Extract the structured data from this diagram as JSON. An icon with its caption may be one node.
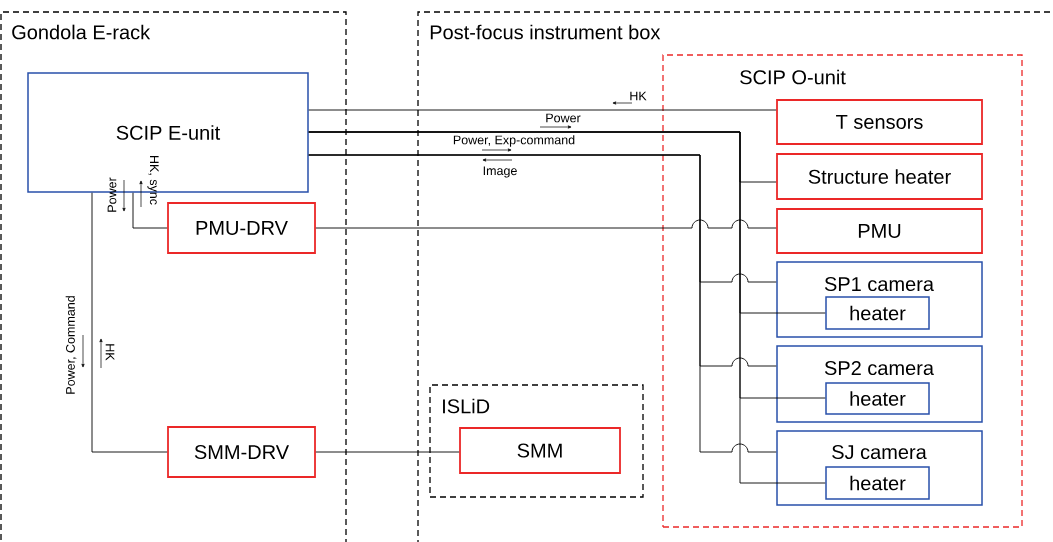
{
  "diagram": {
    "nodes": [
      {
        "text": [
          "Gondola E-rack"
        ]
      },
      {
        "text": [
          "Post-focus instrument box"
        ]
      },
      {
        "text": [
          "SCIP E-unit"
        ],
        "in": 0
      },
      {
        "text": [
          "PMU-DRV"
        ],
        "in": 0
      },
      {
        "text": [
          "SMM-DRV"
        ],
        "in": 0
      },
      {
        "text": [
          "SCIP O-unit"
        ],
        "in": 1
      },
      {
        "text": [
          "T sensors"
        ],
        "in": 5
      },
      {
        "text": [
          "Structure heater"
        ],
        "in": 5
      },
      {
        "text": [
          "PMU"
        ],
        "in": 5
      },
      {
        "text": [
          "SP1 camera"
        ],
        "in": 5
      },
      {
        "text": [
          "heater"
        ],
        "in": 9
      },
      {
        "text": [
          "SP2 camera"
        ],
        "in": 5
      },
      {
        "text": [
          "heater"
        ],
        "in": 11
      },
      {
        "text": [
          "SJ camera"
        ],
        "in": 5
      },
      {
        "text": [
          "heater"
        ],
        "in": 13
      },
      {
        "text": [
          "ISLiD"
        ],
        "in": 1
      },
      {
        "text": [
          "SMM"
        ],
        "in": 15
      }
    ],
    "edges": [
      {
        "from": 2,
        "to": 6,
        "arrow": "none",
        "label": "HK"
      },
      {
        "from": 2,
        "to": 7,
        "arrow": "none",
        "label": "Power"
      },
      {
        "from": 2,
        "to": 10,
        "arrow": "none"
      },
      {
        "from": 2,
        "to": 12,
        "arrow": "none"
      },
      {
        "from": 2,
        "to": 14,
        "arrow": "none"
      },
      {
        "from": 2,
        "to": 9,
        "arrow": "none",
        "label": "Power, Exp-command"
      },
      {
        "from": 2,
        "to": 11,
        "arrow": "none"
      },
      {
        "from": 2,
        "to": 13,
        "arrow": "none"
      },
      {
        "from": 2,
        "to": 3,
        "arrow": "none",
        "label": "Power"
      },
      {
        "from": 3,
        "to": 8,
        "arrow": "none"
      },
      {
        "from": 2,
        "to": 4,
        "arrow": "none",
        "label": "Power, Command"
      },
      {
        "from": 4,
        "to": 16,
        "arrow": "none"
      }
    ],
    "labels": [
      "Image",
      "HK, sync",
      "HK"
    ]
  }
}
